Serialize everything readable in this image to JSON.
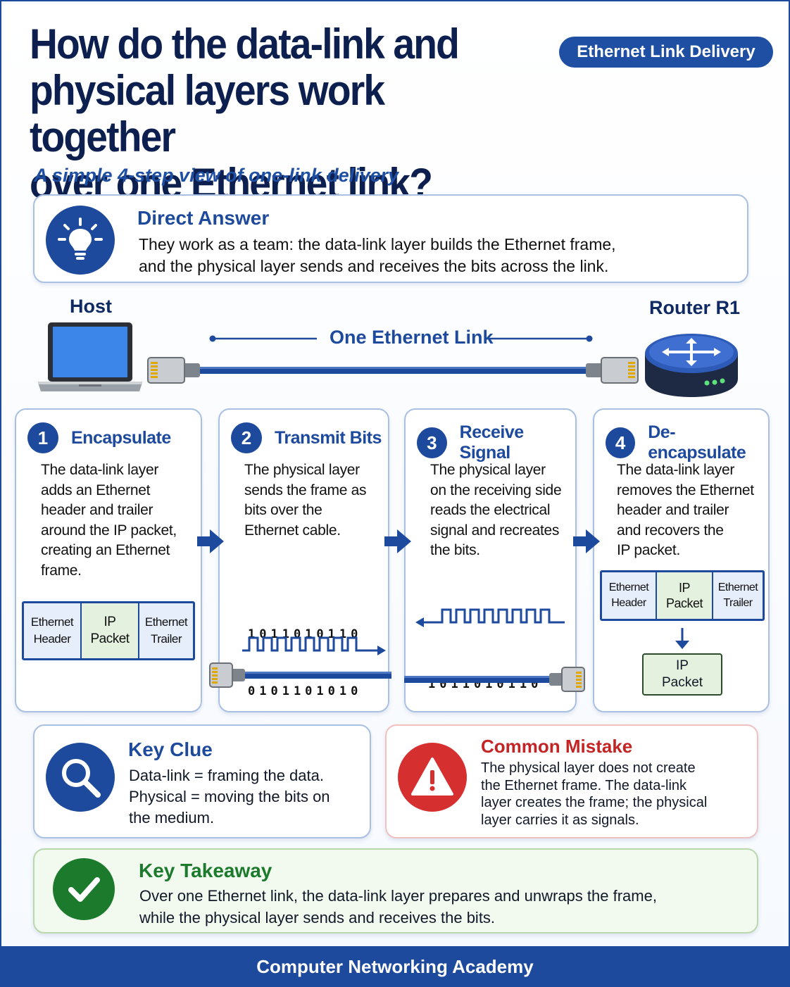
{
  "header": {
    "title_lines": [
      "How do the data-link and",
      "physical layers work together",
      "over one Ethernet link?"
    ],
    "badge": "Ethernet Link Delivery",
    "subtitle": "A simple 4-step view of one-link delivery"
  },
  "direct_answer": {
    "icon": "lightbulb-icon",
    "title": "Direct Answer",
    "line1": "They work as a team: the data-link layer builds the Ethernet frame,",
    "line2": "and the physical layer sends and receives the bits across the link."
  },
  "topology": {
    "host_label": "Host",
    "router_label": "Router R1",
    "link_label": "One Ethernet Link"
  },
  "steps": [
    {
      "number": "1",
      "title": "Encapsulate",
      "lines": [
        "The data-link layer",
        "adds an Ethernet",
        "header and trailer",
        "around the IP packet,",
        "creating an Ethernet",
        "frame."
      ]
    },
    {
      "number": "2",
      "title": "Transmit Bits",
      "lines": [
        "The physical layer",
        "sends the frame as",
        "bits over the",
        "Ethernet cable."
      ]
    },
    {
      "number": "3",
      "title": "Receive Signal",
      "lines": [
        "The physical layer",
        "on the receiving side",
        "reads the electrical",
        "signal and recreates",
        "the bits."
      ]
    },
    {
      "number": "4",
      "title": "De-encapsulate",
      "lines": [
        "The data-link layer",
        "removes the Ethernet",
        "header and trailer",
        "and recovers the",
        "IP packet."
      ]
    }
  ],
  "frame": {
    "header": [
      "Ethernet",
      "Header"
    ],
    "packet": [
      "IP",
      "Packet"
    ],
    "trailer": [
      "Ethernet",
      "Trailer"
    ]
  },
  "bits": {
    "row1": "1011010110",
    "row2": "0101101010"
  },
  "recovered_packet": [
    "IP",
    "Packet"
  ],
  "key_clue": {
    "icon": "magnifier-icon",
    "title": "Key Clue",
    "lines": [
      "Data-link = framing the data.",
      "Physical = moving the bits on",
      "the medium."
    ]
  },
  "common_mistake": {
    "icon": "warning-icon",
    "title": "Common Mistake",
    "lines": [
      "The physical layer does not create",
      "the Ethernet frame. The data-link",
      "layer creates the frame; the physical",
      "layer carries it as signals."
    ]
  },
  "takeaway": {
    "icon": "checkmark-icon",
    "title": "Key Takeaway",
    "line1": "Over one Ethernet link, the data-link layer prepares and unwraps the frame,",
    "line2": "while the physical layer sends and receives the bits."
  },
  "footer": "Computer Networking Academy",
  "colors": {
    "primary_blue": "#1d4a9c",
    "dark_navy": "#0c1f4e",
    "success_green": "#1b7a2c",
    "warning_red": "#d62f2f",
    "packet_green": "#e3f1de",
    "ethernet_blue": "#e6eefb"
  }
}
